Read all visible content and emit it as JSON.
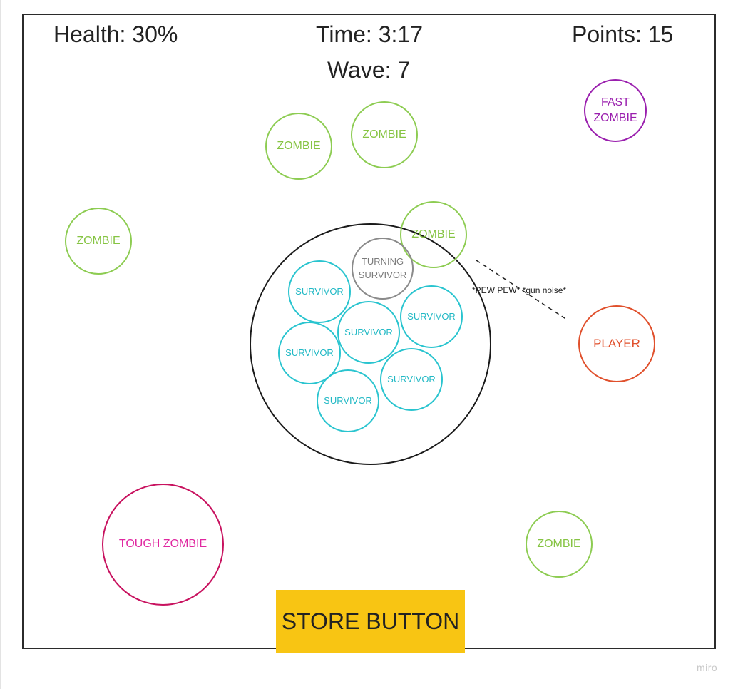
{
  "hud": {
    "health_label": "Health: 30%",
    "time_label": "Time: 3:17",
    "points_label": "Points: 15",
    "wave_label": "Wave: 7"
  },
  "entities": {
    "zombie_label": "ZOMBIE",
    "survivor_label": "SURVIVOR",
    "turning_survivor_line1": "TURNING",
    "turning_survivor_line2": "SURVIVOR",
    "fast_zombie_line1": "FAST",
    "fast_zombie_line2": "ZOMBIE",
    "tough_zombie_label": "TOUGH ZOMBIE",
    "player_label": "PLAYER"
  },
  "gun_noise": "*PEW PEW* *gun noise*",
  "store_button_label": "STORE BUTTON",
  "watermark": "miro",
  "colors": {
    "zombie": "#8dcc52",
    "survivor": "#29c4cf",
    "turning_survivor": "#8a8a8a",
    "fast_zombie": "#9a1fae",
    "tough_zombie": "#c8125f",
    "player": "#e0502c",
    "store_button": "#f8c513"
  }
}
